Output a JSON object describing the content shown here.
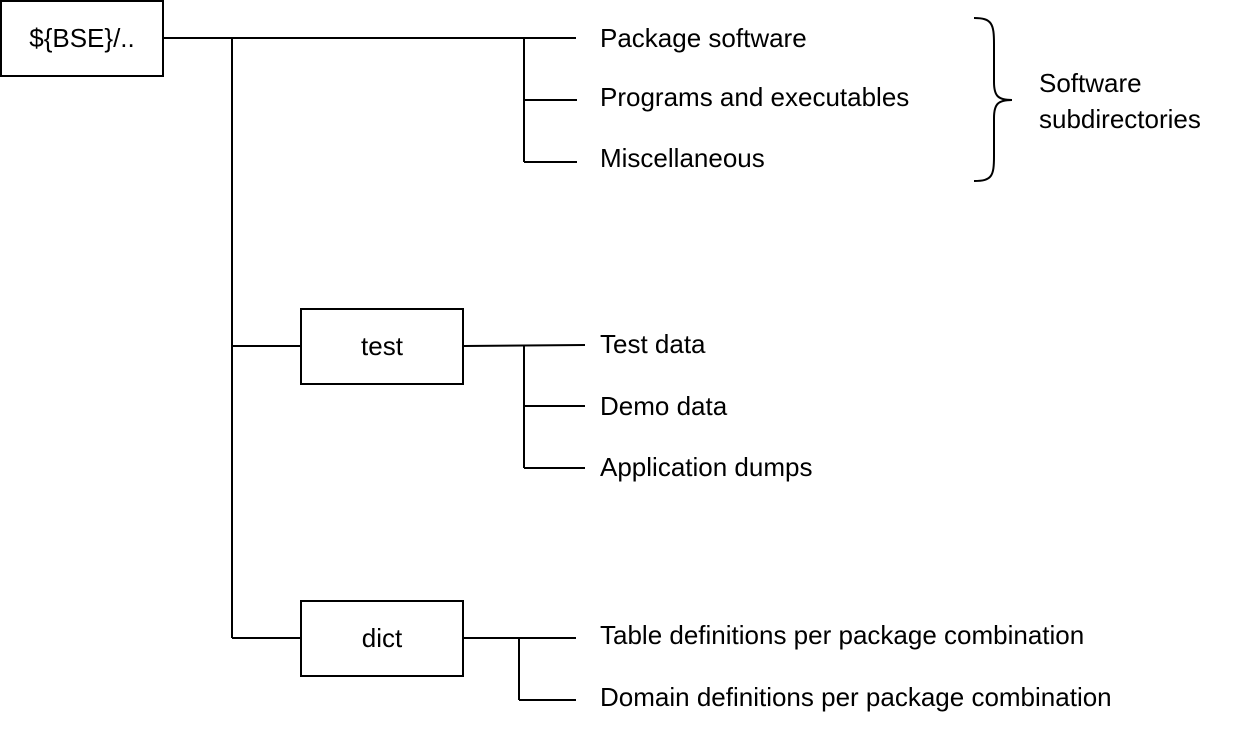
{
  "root": {
    "label": "${BSE}/.."
  },
  "test_dir": {
    "label": "test"
  },
  "dict_dir": {
    "label": "dict"
  },
  "software_items": [
    "Package software",
    "Programs and executables",
    "Miscellaneous"
  ],
  "software_group_label": [
    "Software",
    "subdirectories"
  ],
  "test_items": [
    "Test data",
    "Demo data",
    "Application dumps"
  ],
  "dict_items": [
    "Table definitions per package combination",
    "Domain definitions per package combination"
  ],
  "colors": {
    "line": "#000000",
    "background": "#ffffff"
  }
}
